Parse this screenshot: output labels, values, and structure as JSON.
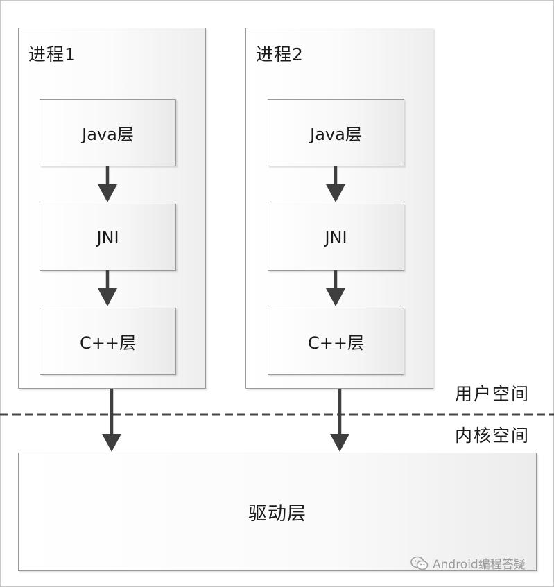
{
  "processes": [
    {
      "title": "进程1",
      "layers": [
        "Java层",
        "JNI",
        "C++层"
      ]
    },
    {
      "title": "进程2",
      "layers": [
        "Java层",
        "JNI",
        "C++层"
      ]
    }
  ],
  "spaces": {
    "user": "用户空间",
    "kernel": "内核空间"
  },
  "driver": "驱动层",
  "watermark": "Android编程答疑",
  "colors": {
    "arrow": "#3f3f3f",
    "border": "#9a9a9a",
    "divider": "#444444"
  }
}
